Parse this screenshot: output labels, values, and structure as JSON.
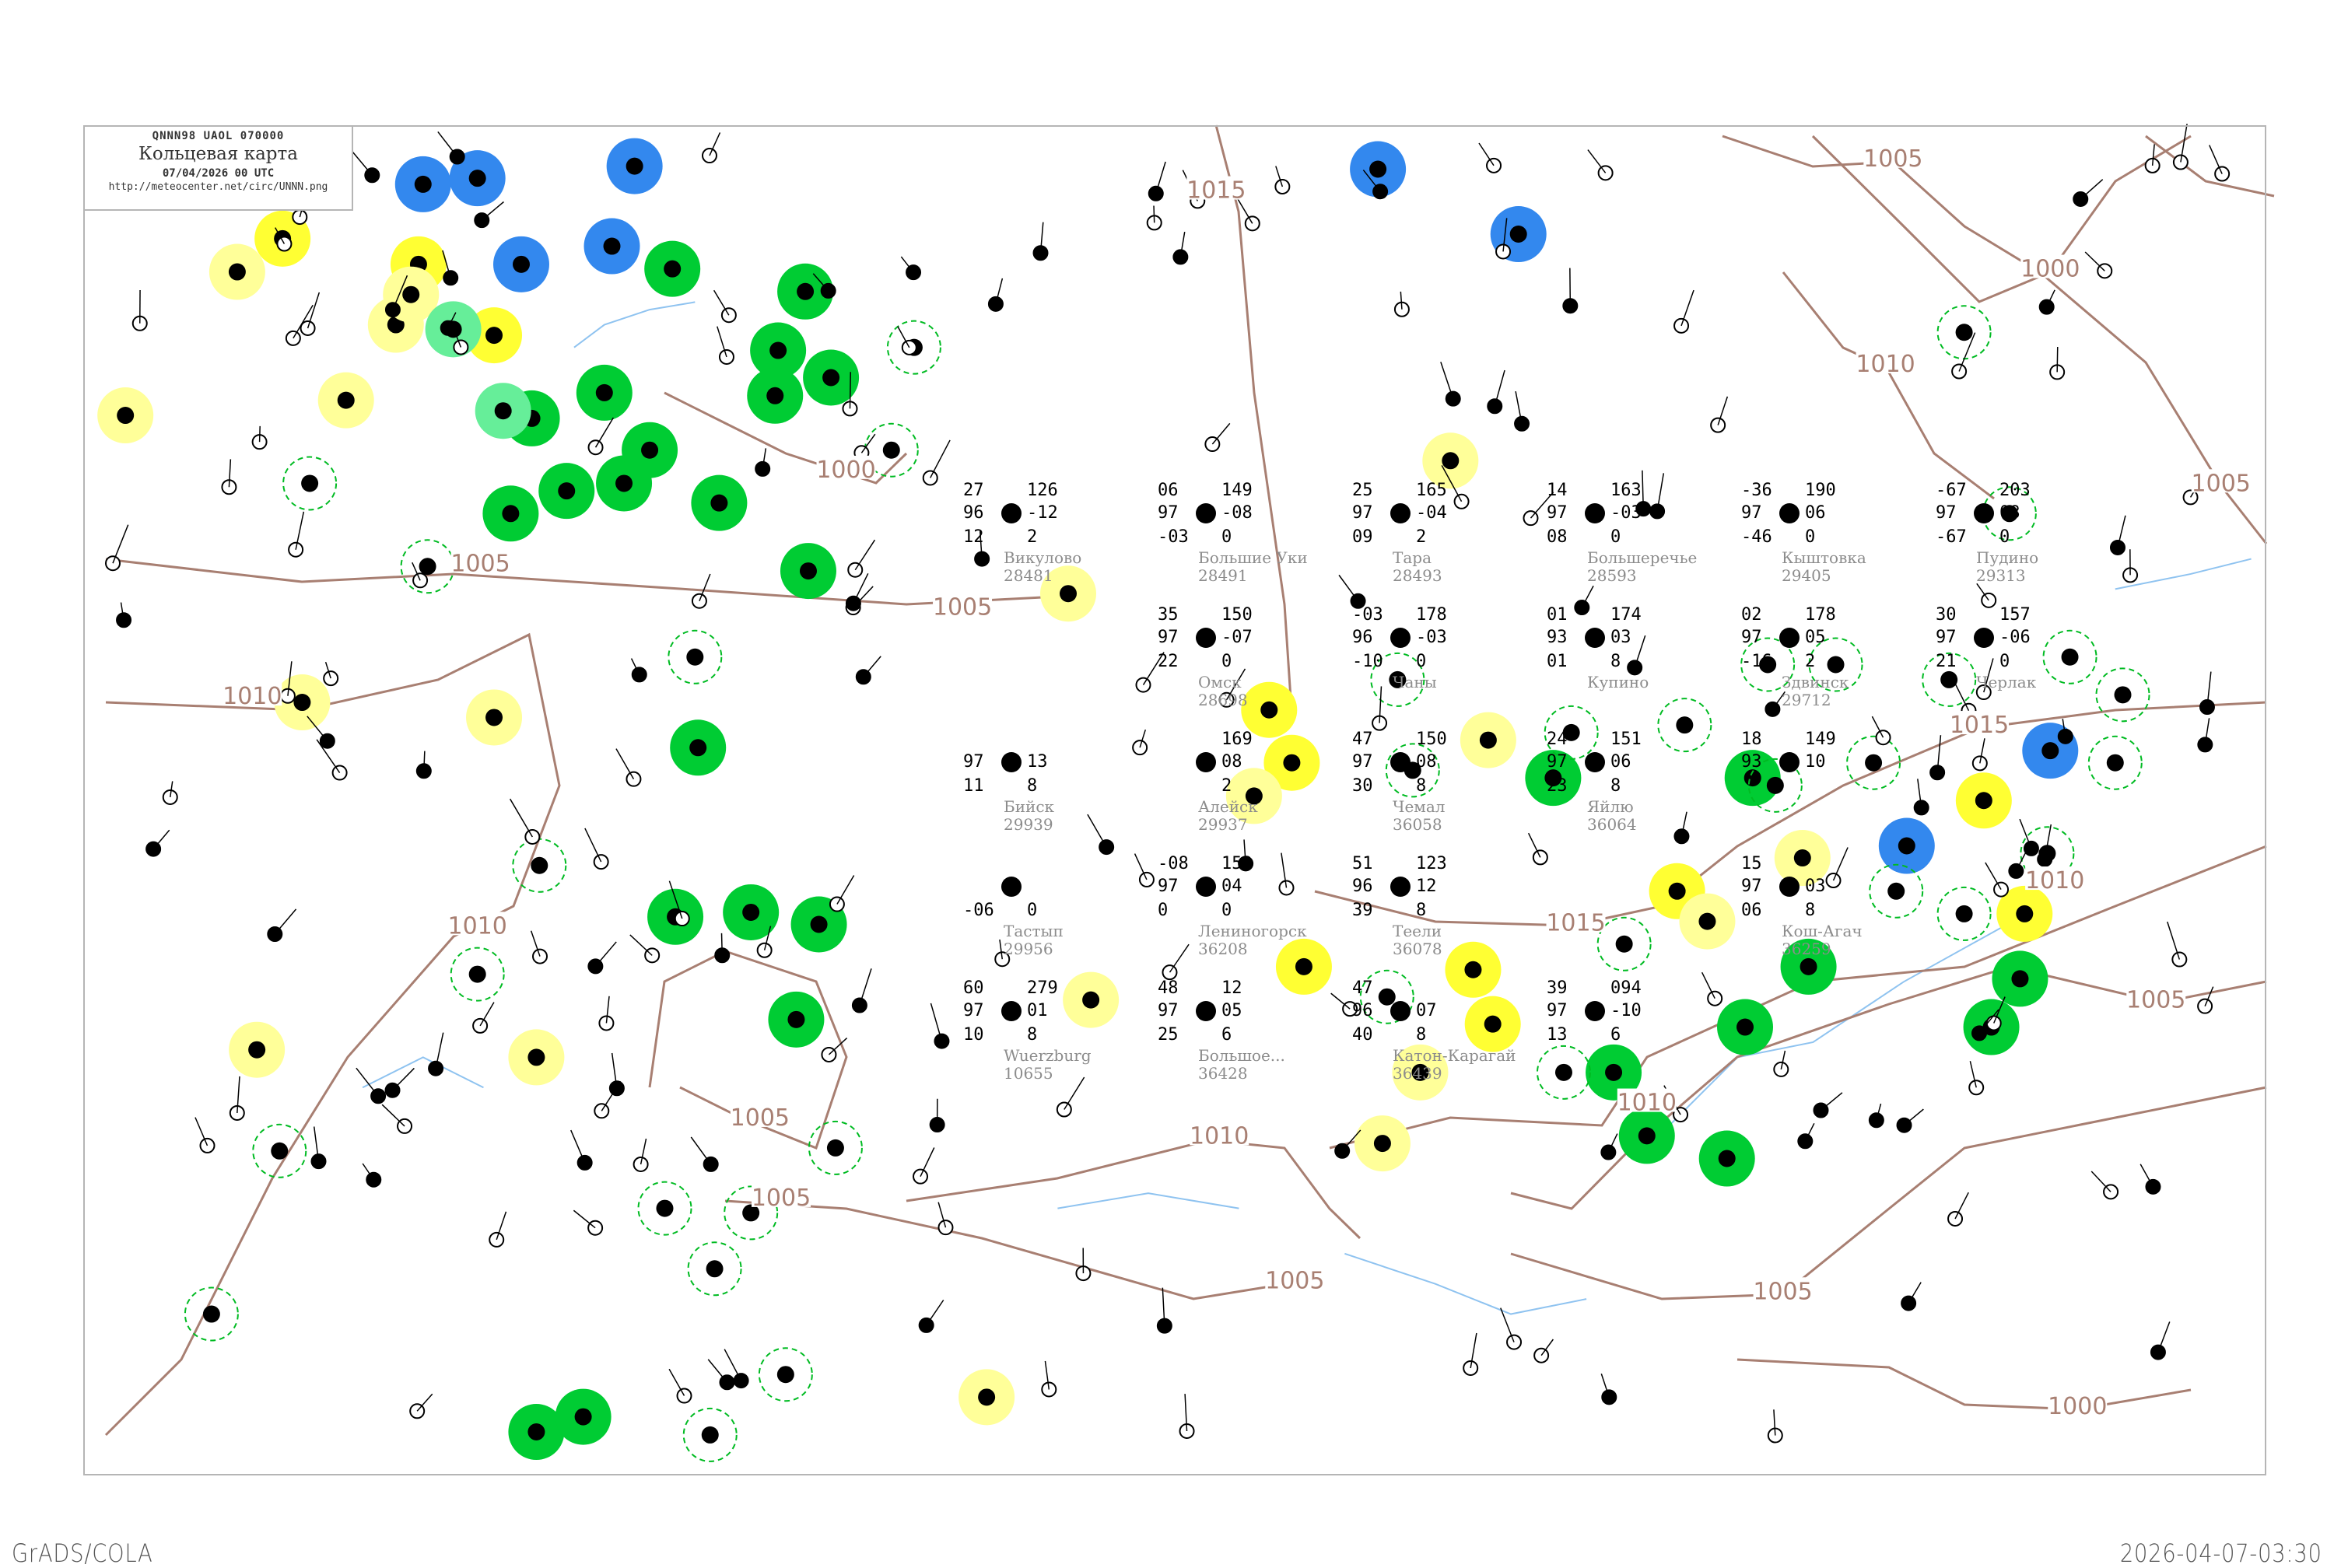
{
  "header": {
    "code": "QNNN98   UAOL   070000",
    "title": "Кольцевая карта",
    "date": "07/04/2026 00 UTC",
    "url": "http://meteocenter.net/circ/UNNN.png"
  },
  "footer": {
    "left": "GrADS/COLA",
    "right": "2026-04-07-03:30"
  },
  "colors": {
    "isobar": "#a87f72",
    "river": "#8fc3f0",
    "blue_circle": "#3388ee",
    "yellow_circle": "#ffff33",
    "light_yellow_circle": "#ffff99",
    "green_circle": "#00cc33",
    "light_green_circle": "#66ee99",
    "dashed_circle": "#00bb22",
    "station_name": "#8c8c8c"
  },
  "isobar_labels": [
    "1015",
    "1000",
    "1005",
    "1005",
    "1010",
    "1010",
    "1005",
    "1010",
    "1005",
    "1015",
    "1015",
    "1010",
    "1010",
    "1005",
    "1005",
    "1000",
    "1005",
    "1000",
    "1010",
    "1005",
    "1005"
  ],
  "stations": [
    {
      "name": "Викулово",
      "id": "28481",
      "t": "27",
      "vv": "96",
      "td": "12",
      "p": "126",
      "dp": "-12",
      "r": "2"
    },
    {
      "name": "Большие Уки",
      "id": "28491",
      "t": "06",
      "vv": "97",
      "td": "-03",
      "p": "149",
      "dp": "-08",
      "r": "0"
    },
    {
      "name": "Тара",
      "id": "28493",
      "t": "25",
      "vv": "97",
      "td": "09",
      "p": "165",
      "dp": "-04",
      "r": "2"
    },
    {
      "name": "Большеречье",
      "id": "28593",
      "t": "14",
      "vv": "97",
      "td": "08",
      "p": "163",
      "dp": "-03",
      "r": "0"
    },
    {
      "name": "Кыштовка",
      "id": "29405",
      "t": "-36",
      "vv": "97",
      "td": "-46",
      "p": "190",
      "dp": "06",
      "r": "0"
    },
    {
      "name": "Пудино",
      "id": "29313",
      "t": "-67",
      "vv": "97",
      "td": "-67",
      "p": "203",
      "dp": "08",
      "r": "0"
    },
    {
      "name": "Омск",
      "id": "28698",
      "t": "35",
      "vv": "97",
      "td": "22",
      "p": "150",
      "dp": "-07",
      "r": "0"
    },
    {
      "name": "Чаны",
      "id": "",
      "t": "-03",
      "vv": "96",
      "td": "-10",
      "p": "178",
      "dp": "-03",
      "r": "0"
    },
    {
      "name": "Купино",
      "id": "",
      "t": "01",
      "vv": "93",
      "td": "01",
      "p": "174",
      "dp": "03",
      "r": "8"
    },
    {
      "name": "Здвинск",
      "id": "29712",
      "t": "02",
      "vv": "97",
      "td": "-16",
      "p": "178",
      "dp": "05",
      "r": "2"
    },
    {
      "name": "Черлак",
      "id": "",
      "t": "30",
      "vv": "97",
      "td": "21",
      "p": "157",
      "dp": "-06",
      "r": "0"
    },
    {
      "name": "Бийск",
      "id": "29939",
      "t": "",
      "vv": "97",
      "td": "11",
      "p": "",
      "dp": "13",
      "r": "8"
    },
    {
      "name": "Алейск",
      "id": "29937",
      "t": "",
      "vv": "",
      "td": "",
      "p": "169",
      "dp": "08",
      "r": "2"
    },
    {
      "name": "Чемал",
      "id": "36058",
      "t": "47",
      "vv": "97",
      "td": "30",
      "p": "150",
      "dp": "08",
      "r": "8"
    },
    {
      "name": "Яйлю",
      "id": "36064",
      "t": "24",
      "vv": "97",
      "td": "23",
      "p": "151",
      "dp": "06",
      "r": "8"
    },
    {
      "name": "",
      "id": "",
      "t": "18",
      "vv": "93",
      "td": "",
      "p": "149",
      "dp": "10",
      "r": ""
    },
    {
      "name": "Тастып",
      "id": "29956",
      "t": "",
      "vv": "",
      "td": "-06",
      "p": "",
      "dp": "",
      "r": "0"
    },
    {
      "name": "Лениногорск",
      "id": "36208",
      "t": "-08",
      "vv": "97",
      "td": "0",
      "p": "152",
      "dp": "04",
      "r": "0"
    },
    {
      "name": "Теели",
      "id": "36078",
      "t": "51",
      "vv": "96",
      "td": "39",
      "p": "123",
      "dp": "12",
      "r": "8"
    },
    {
      "name": "Кош-Агач",
      "id": "36259",
      "t": "15",
      "vv": "97",
      "td": "06",
      "p": "",
      "dp": "03",
      "r": "8"
    },
    {
      "name": "Wuerzburg",
      "id": "10655",
      "t": "60",
      "vv": "97",
      "td": "10",
      "p": "279",
      "dp": "01",
      "r": "8"
    },
    {
      "name": "Большое...",
      "id": "36428",
      "t": "48",
      "vv": "97",
      "td": "25",
      "p": "12",
      "dp": "05",
      "r": "6"
    },
    {
      "name": "Катон-Карагай",
      "id": "36439",
      "t": "47",
      "vv": "96",
      "td": "40",
      "p": "",
      "dp": "07",
      "r": "8"
    },
    {
      "name": "",
      "id": "",
      "t": "39",
      "vv": "97",
      "td": "13",
      "p": "094",
      "dp": "-10",
      "r": "6"
    }
  ]
}
